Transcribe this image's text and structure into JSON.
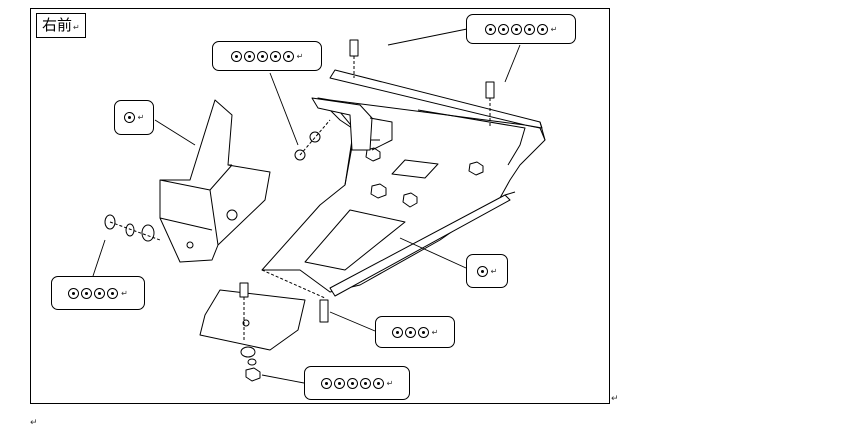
{
  "title": "右前",
  "return_mark": "↵",
  "callouts": {
    "c1": {
      "markers": 5
    },
    "c2": {
      "markers": 5
    },
    "c3": {
      "markers": 1
    },
    "c4": {
      "markers": 4
    },
    "c5": {
      "markers": 1
    },
    "c6": {
      "markers": 3
    },
    "c7": {
      "markers": 5
    }
  }
}
